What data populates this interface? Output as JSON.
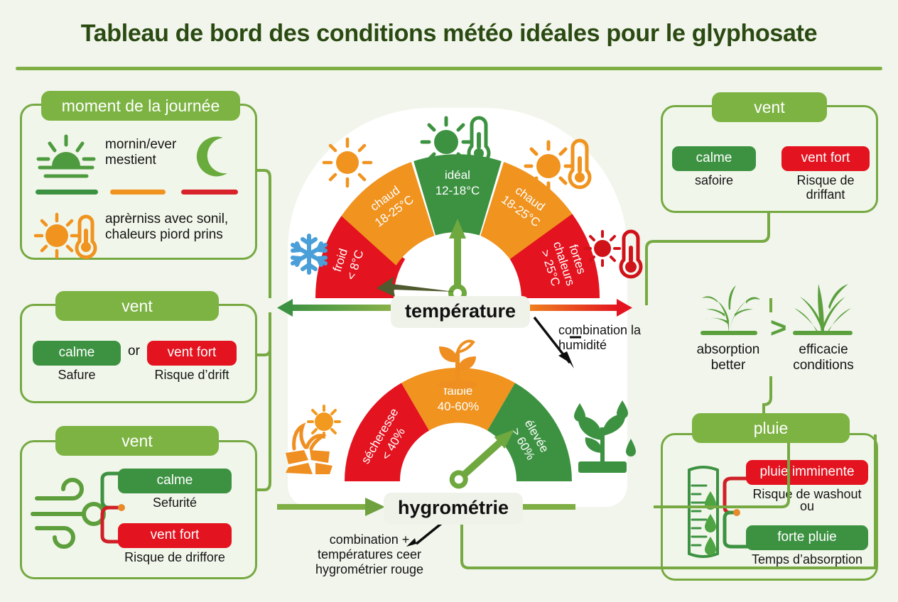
{
  "page": {
    "title": "Tableau de bord des conditions météo idéales pour le glyphosate",
    "bg": "#f1f5ec",
    "accent_green": "#7cb342",
    "dark_green": "#3d9242",
    "red": "#e3131f",
    "orange": "#f0931f"
  },
  "panel_moment": {
    "header": "moment de la journée",
    "icon_sunrise": "sunrise-icon",
    "icon_moon": "moon-icon",
    "row1_text": "mornin/ever mestient",
    "legend_bars": [
      "#3d9242",
      "#f0931f",
      "#d8232a"
    ],
    "icon_sun_thermo": "sun-thermometer-icon",
    "row2_text": "aprèrniss avec sonil, chaleurs piord prins"
  },
  "panel_vent_left": {
    "header": "vent",
    "calm_label": "calme",
    "calm_sub": "Safure",
    "or": "or",
    "strong_label": "vent fort",
    "strong_sub": "Risque d’drift"
  },
  "panel_vent_bottom": {
    "header": "vent",
    "icon_wind": "wind-icon",
    "calm_label": "calme",
    "calm_sub": "Sefurité",
    "strong_label": "vent fort",
    "strong_sub": "Risque de driffore"
  },
  "panel_vent_right": {
    "header": "vent",
    "calm_label": "calme",
    "calm_sub": "safoire",
    "strong_label": "vent fort",
    "strong_sub": "Risque de driffant"
  },
  "panel_pluie": {
    "header": "pluie",
    "icon_beaker": "rain-gauge-beaker-icon",
    "imminent_label": "pluie imminente",
    "imminent_sub": "Risque de washout",
    "or": "ou",
    "heavy_label": "forte pluie",
    "heavy_sub": "Temps d’absorption"
  },
  "panel_absorption": {
    "icon_weed": "weed-plant-icon",
    "left_text": "absorption better",
    "comparator": ">",
    "icon_grass": "grass-icon",
    "right_text": "efficacie conditions"
  },
  "center": {
    "temperature_label": "température",
    "hygrometrie_label": "hygrométrie",
    "anno_humidity": "combination la humidité",
    "anno_bottom": "combination + températures ceer hygrométrier rouge",
    "icon_snowflake": "snowflake-icon",
    "icon_sun_green_thermo": "sun-thermometer-green-icon",
    "icon_sun_orange_left": "sun-orange-icon",
    "icon_sun_orange_thermo": "sun-thermometer-orange-icon",
    "icon_sun_red_thermo": "sun-thermometer-red-icon",
    "icon_drought": "drought-cracked-soil-icon",
    "icon_sprout": "orange-sprout-icon",
    "icon_wet_plant": "watered-plant-icon"
  },
  "chart_data": [
    {
      "type": "gauge",
      "title": "température",
      "needle_value_label": "idéal 12-18°C",
      "segments": [
        {
          "label": "froid",
          "range": "< 8°C",
          "color": "#e3131f",
          "span_deg": 36
        },
        {
          "label": "chaud",
          "range": "18-25°C",
          "color": "#f0931f",
          "span_deg": 36
        },
        {
          "label": "idéal",
          "range": "12-18°C",
          "color": "#3d9242",
          "span_deg": 36
        },
        {
          "label": "chaud",
          "range": "18-25°C",
          "color": "#f0931f",
          "span_deg": 36
        },
        {
          "label": "fortes chaleurs",
          "range": "> 25°C",
          "color": "#e3131f",
          "span_deg": 36
        }
      ],
      "axis_arrow_left_color": "#3d9242",
      "axis_arrow_right_color": "#e3131f"
    },
    {
      "type": "gauge",
      "title": "hygrométrie",
      "needle_value_label": "élevée > 60%",
      "segments": [
        {
          "label": "sécheresse",
          "range": "< 40%",
          "color": "#e3131f",
          "span_deg": 60
        },
        {
          "label": "faible",
          "range": "40-60%",
          "color": "#f0931f",
          "span_deg": 60
        },
        {
          "label": "élevée",
          "range": "> 60%",
          "color": "#3d9242",
          "span_deg": 60
        }
      ]
    }
  ]
}
